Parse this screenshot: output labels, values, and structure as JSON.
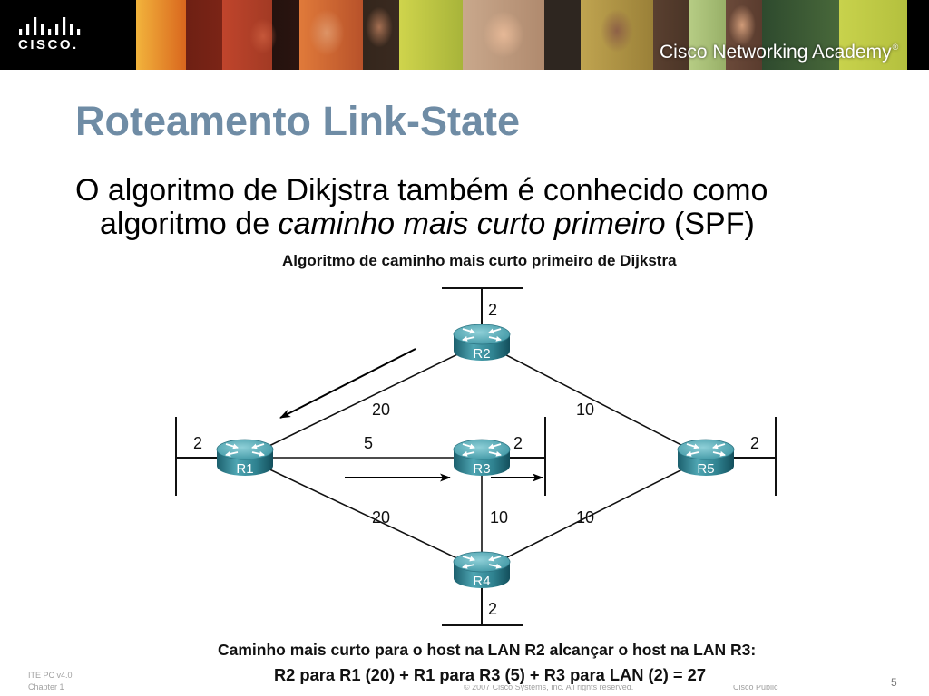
{
  "header": {
    "logo_wordmark": "CISCO.",
    "academy_name": "Cisco Networking Academy",
    "academy_mark": "®"
  },
  "slide": {
    "title": "Roteamento Link-State",
    "body_line1": "O algoritmo de Dikjstra também é conhecido como",
    "body_line2_start": "algoritmo de ",
    "body_line2_emphasis": "caminho mais curto primeiro",
    "body_line2_end": " (SPF)"
  },
  "diagram": {
    "title": "Algoritmo de caminho mais curto primeiro de Dijkstra",
    "routers": {
      "r1": "R1",
      "r2": "R2",
      "r3": "R3",
      "r4": "R4",
      "r5": "R5"
    },
    "lan_costs": {
      "r1": "2",
      "r2": "2",
      "r3": "2",
      "r4": "2",
      "r5": "2"
    },
    "link_costs": {
      "r1_r2": "20",
      "r2_r5": "10",
      "r1_r3": "5",
      "r1_r4": "20",
      "r3_r4": "10",
      "r4_r5": "10"
    },
    "caption_line1": "Caminho mais curto para o host na LAN R2 alcançar o host na LAN R3:",
    "caption_line2": "R2 para R1 (20) + R1 para R3 (5) + R3 para LAN (2) = 27"
  },
  "footer": {
    "course": "ITE PC v4.0",
    "chapter": "Chapter 1",
    "copyright": "© 2007 Cisco Systems, Inc. All rights reserved.",
    "classification": "Cisco Public",
    "page_number": "5"
  },
  "icons": {
    "logo": "cisco-bridge-logo-icon",
    "router": "router-icon",
    "path_arrow": "arrow-icon"
  },
  "colors": {
    "header_background": "#000000",
    "title": "#6f8ca5",
    "router": "#3a8e9c",
    "text": "#000000"
  }
}
